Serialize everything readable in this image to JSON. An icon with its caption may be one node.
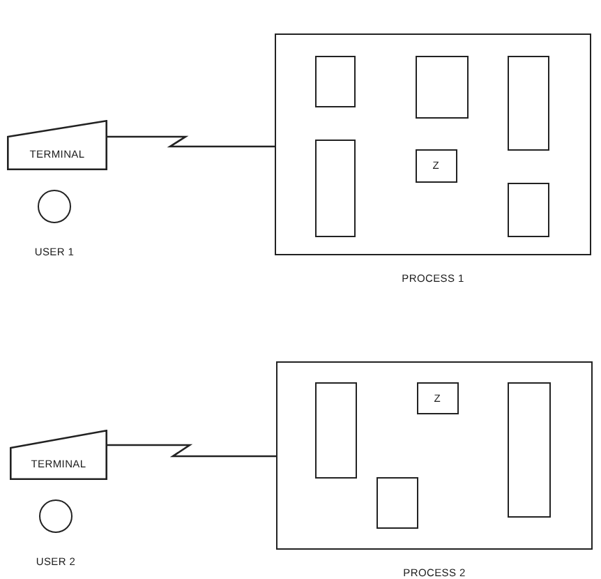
{
  "diagram": {
    "nodes": [
      {
        "text": [
          "TERMINAL"
        ]
      },
      {
        "text": [],
        "shape": "circle",
        "beside": [
          "USER 1"
        ]
      },
      {
        "text": [
          "PROCESS 1"
        ]
      },
      {
        "text": [],
        "shape": "box",
        "in": 2
      },
      {
        "text": [],
        "shape": "box",
        "in": 2
      },
      {
        "text": [],
        "shape": "box",
        "in": 2
      },
      {
        "text": [],
        "shape": "box",
        "in": 2
      },
      {
        "text": [
          "Z"
        ],
        "in": 2
      },
      {
        "text": [],
        "shape": "box",
        "in": 2
      },
      {
        "text": [
          "TERMINAL"
        ]
      },
      {
        "text": [],
        "shape": "circle",
        "beside": [
          "USER 2"
        ]
      },
      {
        "text": [
          "PROCESS 2"
        ]
      },
      {
        "text": [],
        "shape": "box",
        "in": 11
      },
      {
        "text": [
          "Z"
        ],
        "in": 11
      },
      {
        "text": [],
        "shape": "box",
        "in": 11
      },
      {
        "text": [],
        "shape": "box",
        "in": 11
      }
    ],
    "edges": [
      {
        "from": 0,
        "to": 2,
        "arrow": "none"
      },
      {
        "from": 9,
        "to": 11,
        "arrow": "none"
      }
    ]
  }
}
